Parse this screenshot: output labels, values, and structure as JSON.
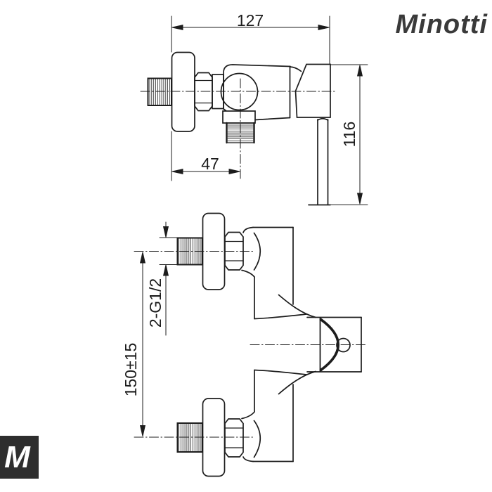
{
  "page": {
    "background": "#ffffff",
    "line_color": "#1c1c1c"
  },
  "brand": {
    "logo_text": "Minotti",
    "logo_color": "#3a3a3a",
    "badge_letter": "M",
    "badge_bg": "#2e2e2e"
  },
  "dimensions": {
    "overall_width": "127",
    "outlet_offset": "47",
    "side_height": "116",
    "thread_spec": "2-G1/2",
    "inlet_spacing": "150±15"
  }
}
